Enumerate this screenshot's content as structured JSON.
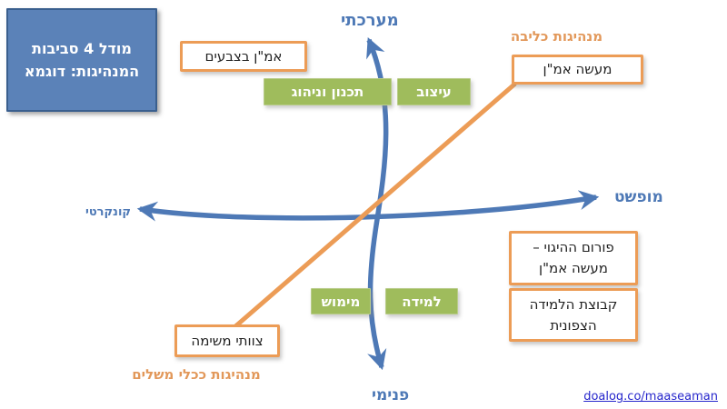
{
  "title_box": {
    "line1": "מודל 4 סביבות",
    "line2": "המנהיגות: דוגמא"
  },
  "axes": {
    "top": "מערכתי",
    "bottom": "פנימי",
    "left": "קונקרטי",
    "right": "מופשט"
  },
  "diagonal_labels": {
    "top_right": "מנהיגות כליבה",
    "bottom_left": "מנהיגות ככלי משלים"
  },
  "orange_boxes": {
    "aman_colors": "אמ\"ן בצבעים",
    "maase_aman": "מעשה אמ\"ן",
    "mission_teams": "צוותי משימה",
    "steering_forum": {
      "line1": "פורום ההיגוי –",
      "line2": "מעשה אמ\"ן"
    },
    "learning_group": {
      "line1": "קבוצת הלמידה",
      "line2": "הצפונית"
    }
  },
  "green_boxes": {
    "design": "עיצוב",
    "planning": "תכנון וניהוג",
    "implementation": "מימוש",
    "learning": "למידה"
  },
  "footer": {
    "link": "doalog.co/maaseaman"
  },
  "colors": {
    "axis_blue": "#4e79b6",
    "orange": "#ec9c56",
    "orange_text": "#e2985a",
    "green_fill": "#9fbc5c",
    "title_fill": "#5b82b8",
    "title_border": "#3a5f8e",
    "link_blue": "#2626cc"
  }
}
